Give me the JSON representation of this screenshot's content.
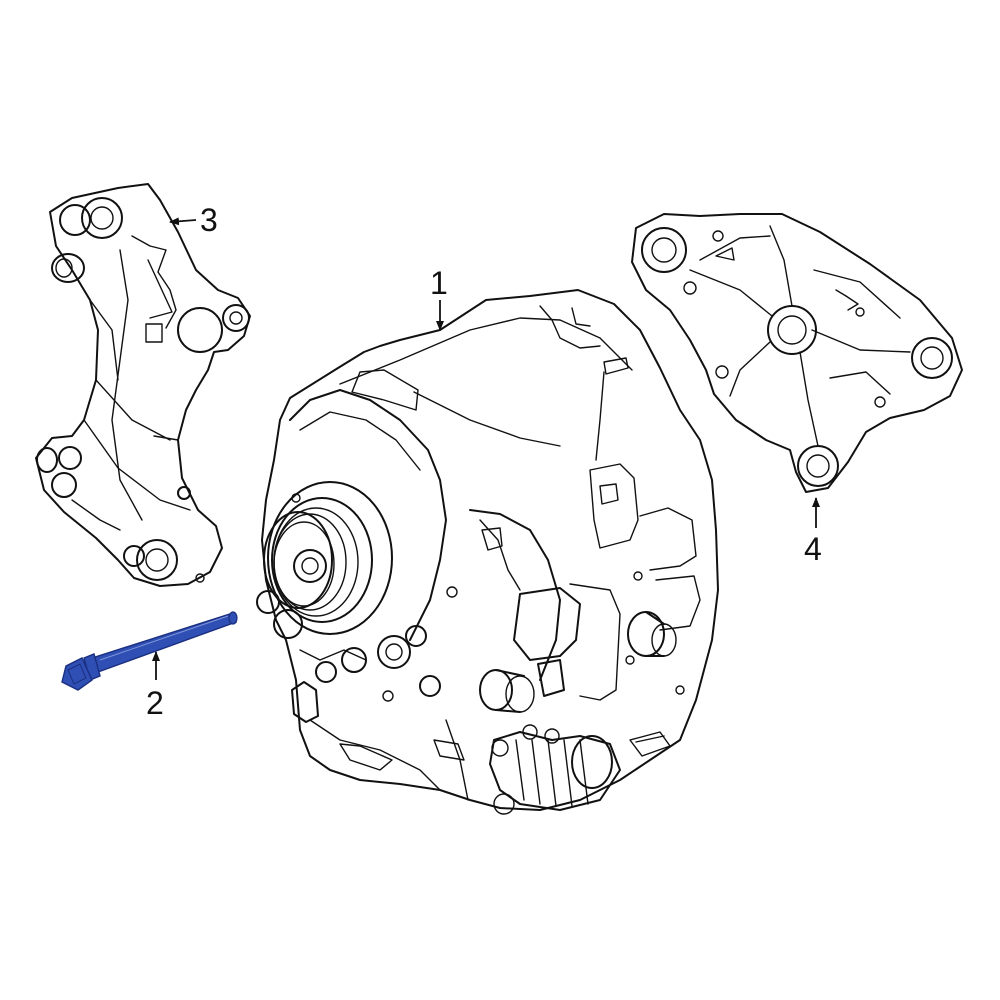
{
  "diagram": {
    "callouts": [
      {
        "id": "1",
        "label": "1",
        "part": "alternator"
      },
      {
        "id": "2",
        "label": "2",
        "part": "bolt"
      },
      {
        "id": "3",
        "label": "3",
        "part": "left-bracket"
      },
      {
        "id": "4",
        "label": "4",
        "part": "right-bracket"
      }
    ]
  },
  "colors": {
    "line": "#111111",
    "highlight_bolt": "#2f4fb5",
    "background": "#ffffff"
  }
}
